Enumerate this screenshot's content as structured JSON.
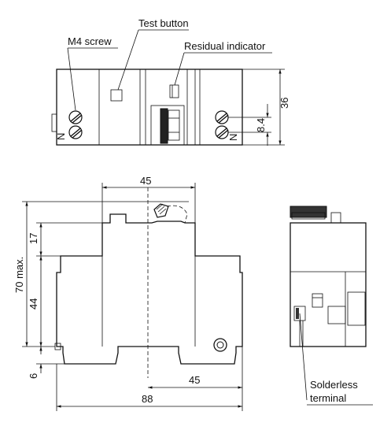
{
  "labels": {
    "test_button": "Test button",
    "residual_indicator": "Residual indicator",
    "m4_screw": "M4 screw",
    "solderless_terminal_line1": "Solderless",
    "solderless_terminal_line2": "terminal",
    "neutral_mark": "N"
  },
  "dimensions": {
    "top_height": "36",
    "terminal_pitch": "8.4",
    "front_width": "45",
    "upper_step": "17",
    "overall_height": "70 max.",
    "lower_height": "44",
    "bottom_offset": "6",
    "lower_half_width": "45",
    "overall_depth": "88"
  }
}
